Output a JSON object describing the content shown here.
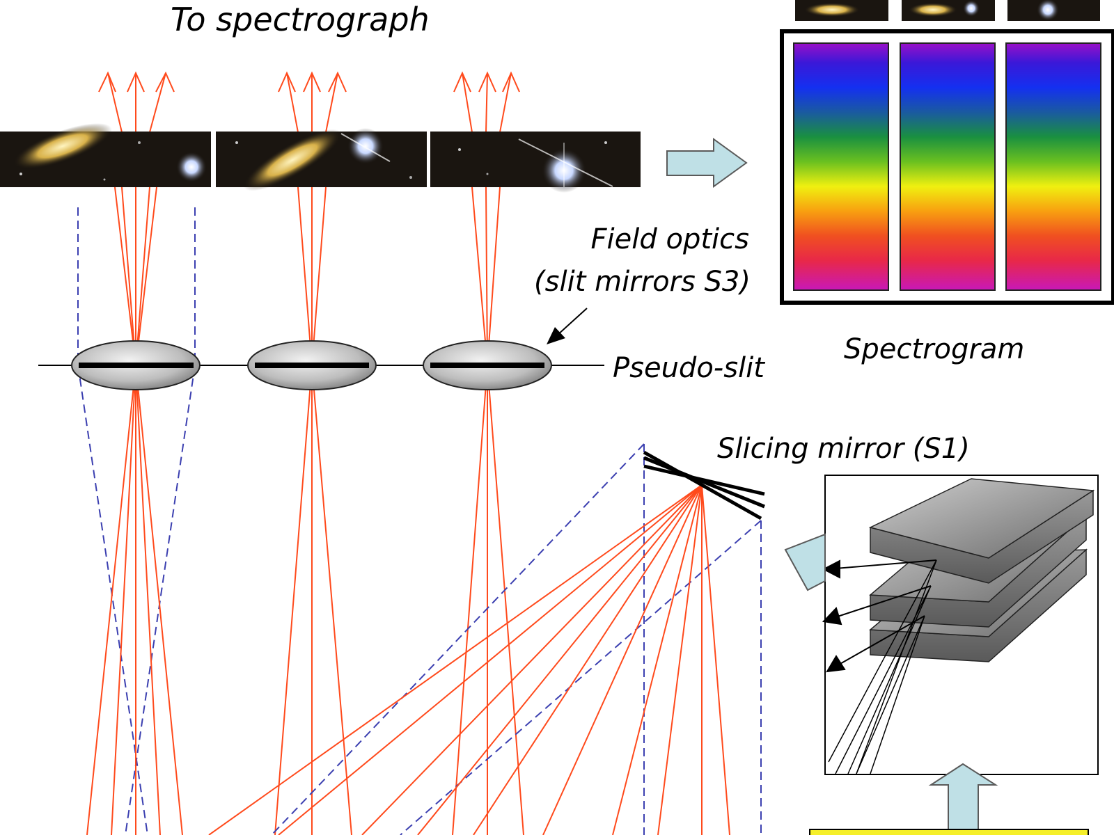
{
  "labels": {
    "to_spectrograph": "To spectrograph",
    "field_optics_line1": "Field optics",
    "field_optics_line2": "(slit mirrors S3)",
    "pseudo_slit": "Pseudo-slit",
    "spectrogram": "Spectrogram",
    "slicing_mirror": "Slicing mirror (S1)"
  },
  "colors": {
    "ray": "#ff4a1c",
    "dashed_beam": "#3b3fb0",
    "block_arrow_fill": "#bfe0e6",
    "sky_background": "#1a1510",
    "galaxy": "#d9b24a",
    "detector_band": "#f5ef2a"
  },
  "icons": {
    "flow_arrow": "block-arrow-icon",
    "pointer_arrow": "pointer-arrow-icon"
  }
}
